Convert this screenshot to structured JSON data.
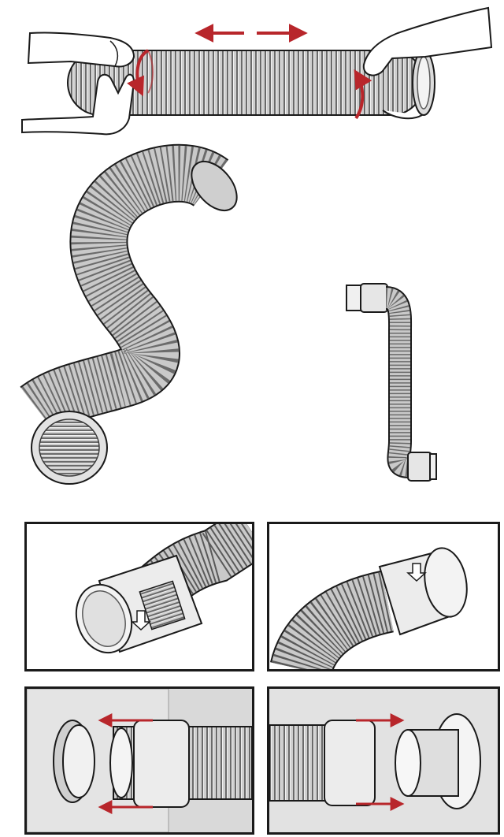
{
  "figure": {
    "kind": "installation-illustration",
    "colors": {
      "hose_fill": "#c9c9c9",
      "hose_ring": "#5a5a5a",
      "hose_dark": "#3a3a3a",
      "outline": "#1a1a1a",
      "arrow": "#b8262b",
      "wall": "#d9d9d9",
      "adapter": "#ececec",
      "skin": "#ffffff"
    },
    "steps": [
      {
        "id": "stretch-hose",
        "icons": [
          "hand-icon",
          "hand-icon",
          "twist-arrow-icon",
          "twist-arrow-icon",
          "double-arrow-icon"
        ]
      },
      {
        "id": "bent-hose",
        "icons": [
          "hose-icon"
        ]
      },
      {
        "id": "hose-with-adapters",
        "icons": [
          "hose-icon",
          "adapter-icon"
        ]
      },
      {
        "id": "attach-adapter-a",
        "icons": [
          "adapter-icon",
          "down-arrow-icon"
        ]
      },
      {
        "id": "attach-adapter-b",
        "icons": [
          "adapter-icon",
          "down-arrow-icon"
        ]
      },
      {
        "id": "connect-to-unit",
        "icons": [
          "arrow-icon",
          "arrow-icon"
        ]
      },
      {
        "id": "connect-to-wall",
        "icons": [
          "arrow-icon",
          "arrow-icon"
        ]
      }
    ]
  }
}
